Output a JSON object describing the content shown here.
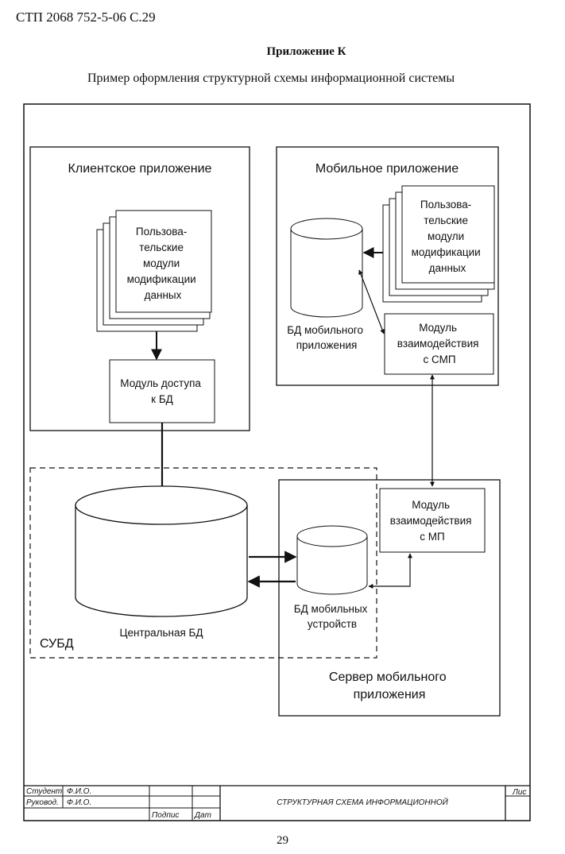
{
  "document": {
    "header": "СТП 2068 752-5-06 С.29",
    "appendix_title": "Приложение К",
    "caption": "Пример оформления структурной схемы информационной системы",
    "page_number": "29"
  },
  "diagram": {
    "client_app": {
      "title": "Клиентское приложение",
      "user_modules": [
        "Пользова-",
        "тельские",
        "модули",
        "модификации",
        "данных"
      ],
      "db_access": [
        "Модуль доступа",
        "к БД"
      ]
    },
    "mobile_app": {
      "title": "Мобильное приложение",
      "user_modules": [
        "Пользова-",
        "тельские",
        "модули",
        "модификации",
        "данных"
      ],
      "mobile_db": [
        "БД мобильного",
        "приложения"
      ],
      "smp_module": [
        "Модуль",
        "взаимодействия",
        "с СМП"
      ]
    },
    "dbms": {
      "label": "СУБД",
      "central_db": "Центральная БД",
      "mobile_devices_db": [
        "БД мобильных",
        "устройств"
      ]
    },
    "server": {
      "title": [
        "Сервер мобильного",
        "приложения"
      ],
      "mp_module": [
        "Модуль",
        "взаимодействия",
        "с МП"
      ]
    }
  },
  "title_block": {
    "student_role": "Студент",
    "student_name": "Ф.И.О.",
    "supervisor_role": "Руковод.",
    "supervisor_name": "Ф.И.О.",
    "signature": "Подпис",
    "date": "Дат",
    "drawing_title": "СТРУКТУРНАЯ СХЕМА ИНФОРМАЦИОННОЙ",
    "sheet": "Лис"
  }
}
